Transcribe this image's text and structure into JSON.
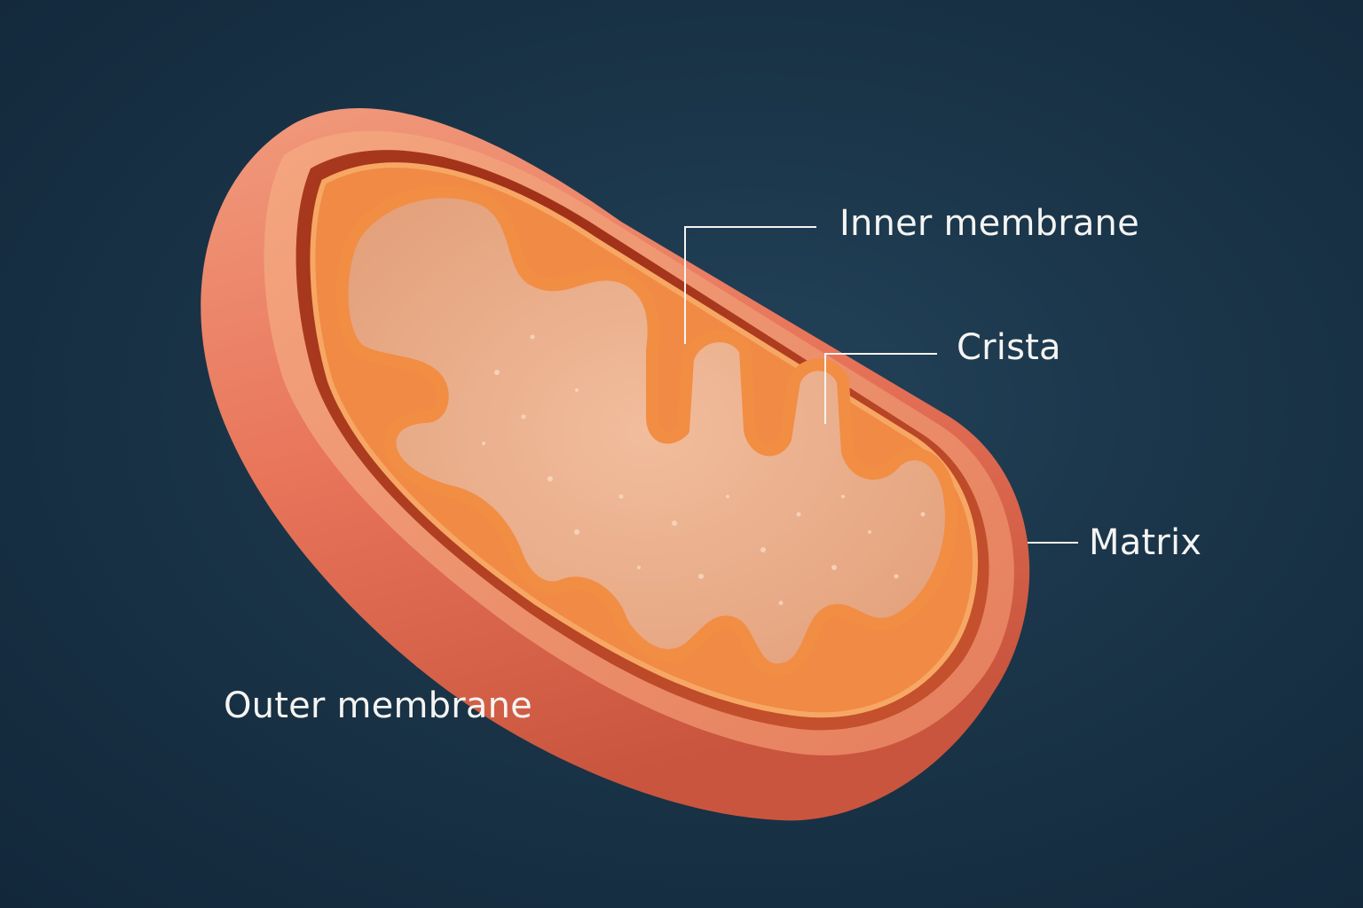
{
  "labels": {
    "inner_membrane": "Inner membrane",
    "crista": "Crista",
    "matrix": "Matrix",
    "outer_membrane": "Outer membrane"
  },
  "colors": {
    "background": "#1a3448",
    "outer_membrane": "#e8755a",
    "inner_membrane": "#f08a45",
    "matrix": "#eeb08d",
    "label_text": "#f4f4f2"
  }
}
